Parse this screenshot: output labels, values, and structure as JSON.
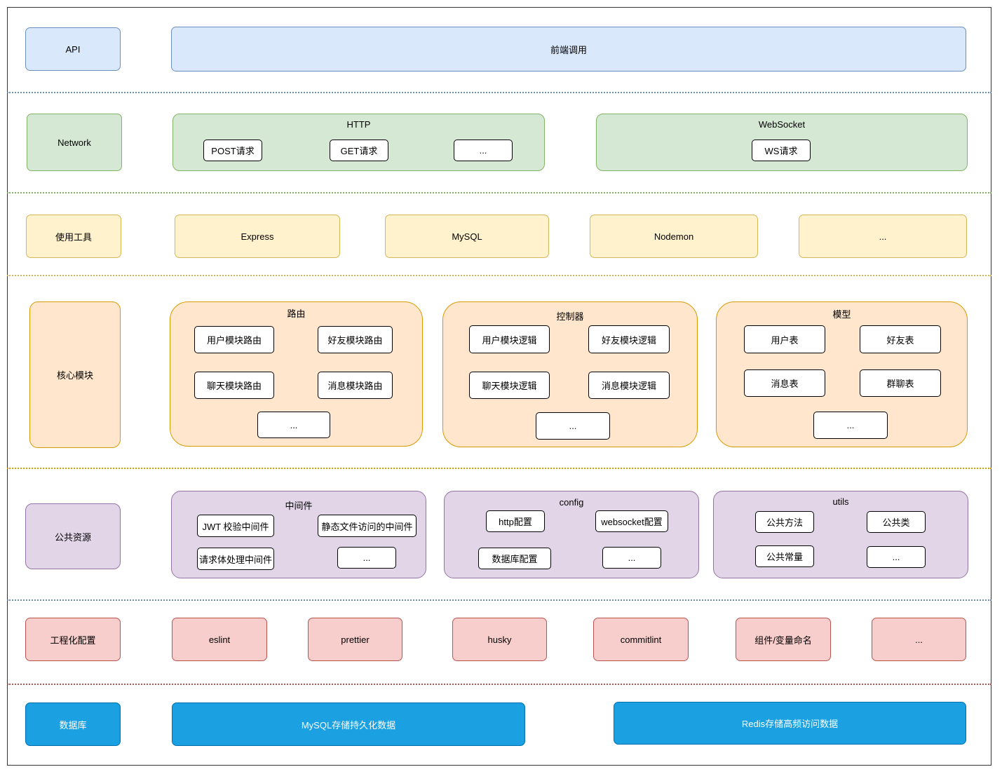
{
  "layers": {
    "api": {
      "label": "API",
      "items": [
        "前端调用"
      ]
    },
    "network": {
      "label": "Network",
      "http": {
        "title": "HTTP",
        "items": [
          "POST请求",
          "GET请求",
          "..."
        ]
      },
      "websocket": {
        "title": "WebSocket",
        "items": [
          "WS请求"
        ]
      }
    },
    "tools": {
      "label": "使用工具",
      "items": [
        "Express",
        "MySQL",
        "Nodemon",
        "..."
      ]
    },
    "core": {
      "label": "核心模块",
      "router": {
        "title": "路由",
        "items": [
          "用户模块路由",
          "好友模块路由",
          "聊天模块路由",
          "消息模块路由",
          "..."
        ]
      },
      "controller": {
        "title": "控制器",
        "items": [
          "用户模块逻辑",
          "好友模块逻辑",
          "聊天模块逻辑",
          "消息模块逻辑",
          "..."
        ]
      },
      "model": {
        "title": "模型",
        "items": [
          "用户表",
          "好友表",
          "消息表",
          "群聊表",
          "..."
        ]
      }
    },
    "common": {
      "label": "公共资源",
      "middleware": {
        "title": "中间件",
        "items": [
          "JWT 校验中间件",
          "静态文件访问的中间件",
          "请求体处理中间件",
          "..."
        ]
      },
      "config": {
        "title": "config",
        "items": [
          "http配置",
          "websocket配置",
          "数据库配置",
          "..."
        ]
      },
      "utils": {
        "title": "utils",
        "items": [
          "公共方法",
          "公共类",
          "公共常量",
          "..."
        ]
      }
    },
    "engineering": {
      "label": "工程化配置",
      "items": [
        "eslint",
        "prettier",
        "husky",
        "commitlint",
        "组件/变量命名",
        "..."
      ]
    },
    "database": {
      "label": "数据库",
      "items": [
        "MySQL存储持久化数据",
        "Redis存储高频访问数据"
      ]
    }
  },
  "colors": {
    "api": "#dae8fc",
    "network": "#d5e8d4",
    "tools": "#fff2cc",
    "core": "#ffe6cc",
    "common": "#e1d5e7",
    "engineering": "#f8cecc",
    "database": "#1ba1e2"
  }
}
